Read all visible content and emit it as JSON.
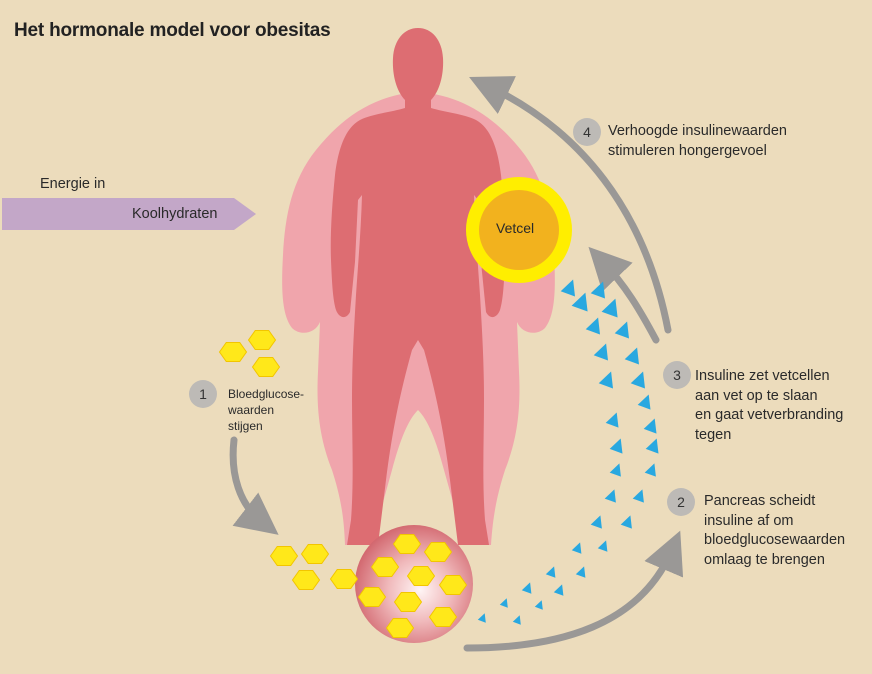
{
  "title": "Het hormonale model voor obesitas",
  "energy": {
    "label": "Energie in",
    "arrow_label": "Koolhydraten"
  },
  "fat_cell": {
    "label": "Vetcel"
  },
  "steps": [
    {
      "number": "1",
      "lines": [
        "Bloedglucose-",
        "waarden",
        "stijgen"
      ]
    },
    {
      "number": "2",
      "lines": [
        "Pancreas scheidt",
        "insuline af om",
        "bloedglucosewaarden",
        "omlaag te brengen"
      ]
    },
    {
      "number": "3",
      "lines": [
        "Insuline zet vetcellen",
        "aan vet op te slaan",
        "en gaat vetverbranding",
        "tegen"
      ]
    },
    {
      "number": "4",
      "lines": [
        "Verhoogde insulinewaarden",
        "stimuleren hongergevoel"
      ]
    }
  ],
  "colors": {
    "background": "#ecdcbc",
    "body_outer": "#f0a5ac",
    "body_inner": "#dd6d72",
    "fat_cell_ring": "#ffee00",
    "fat_cell_core": "#f2b21e",
    "glucose": "#ffe81a",
    "insulin": "#29a8e0",
    "arrow_gray": "#9a9896",
    "energy_arrow": "#c3a7c8"
  }
}
